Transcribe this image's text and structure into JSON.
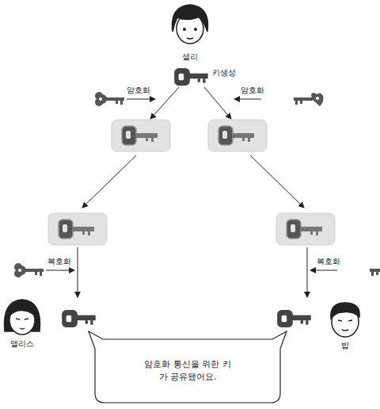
{
  "diagram": {
    "nodes": [
      {
        "text": [
          "암호화 통신을 위한 키가 공유됐어요."
        ]
      }
    ],
    "labels": [
      "샐리",
      "키생성",
      "암호화",
      "암호화",
      "복호화",
      "복호화",
      "앨리스",
      "밥"
    ]
  }
}
